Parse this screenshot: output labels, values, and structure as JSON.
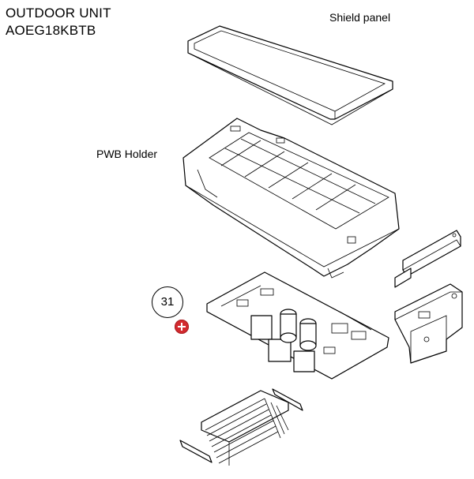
{
  "title": {
    "line1": "OUTDOOR UNIT",
    "line2": "AOEG18KBTB"
  },
  "labels": {
    "shield_panel": "Shield panel",
    "pwb_holder": "PWB Holder"
  },
  "callout": {
    "number": "31"
  },
  "colors": {
    "add_button": "#d32a2f"
  },
  "icons": {
    "add": "plus-circle-icon"
  }
}
